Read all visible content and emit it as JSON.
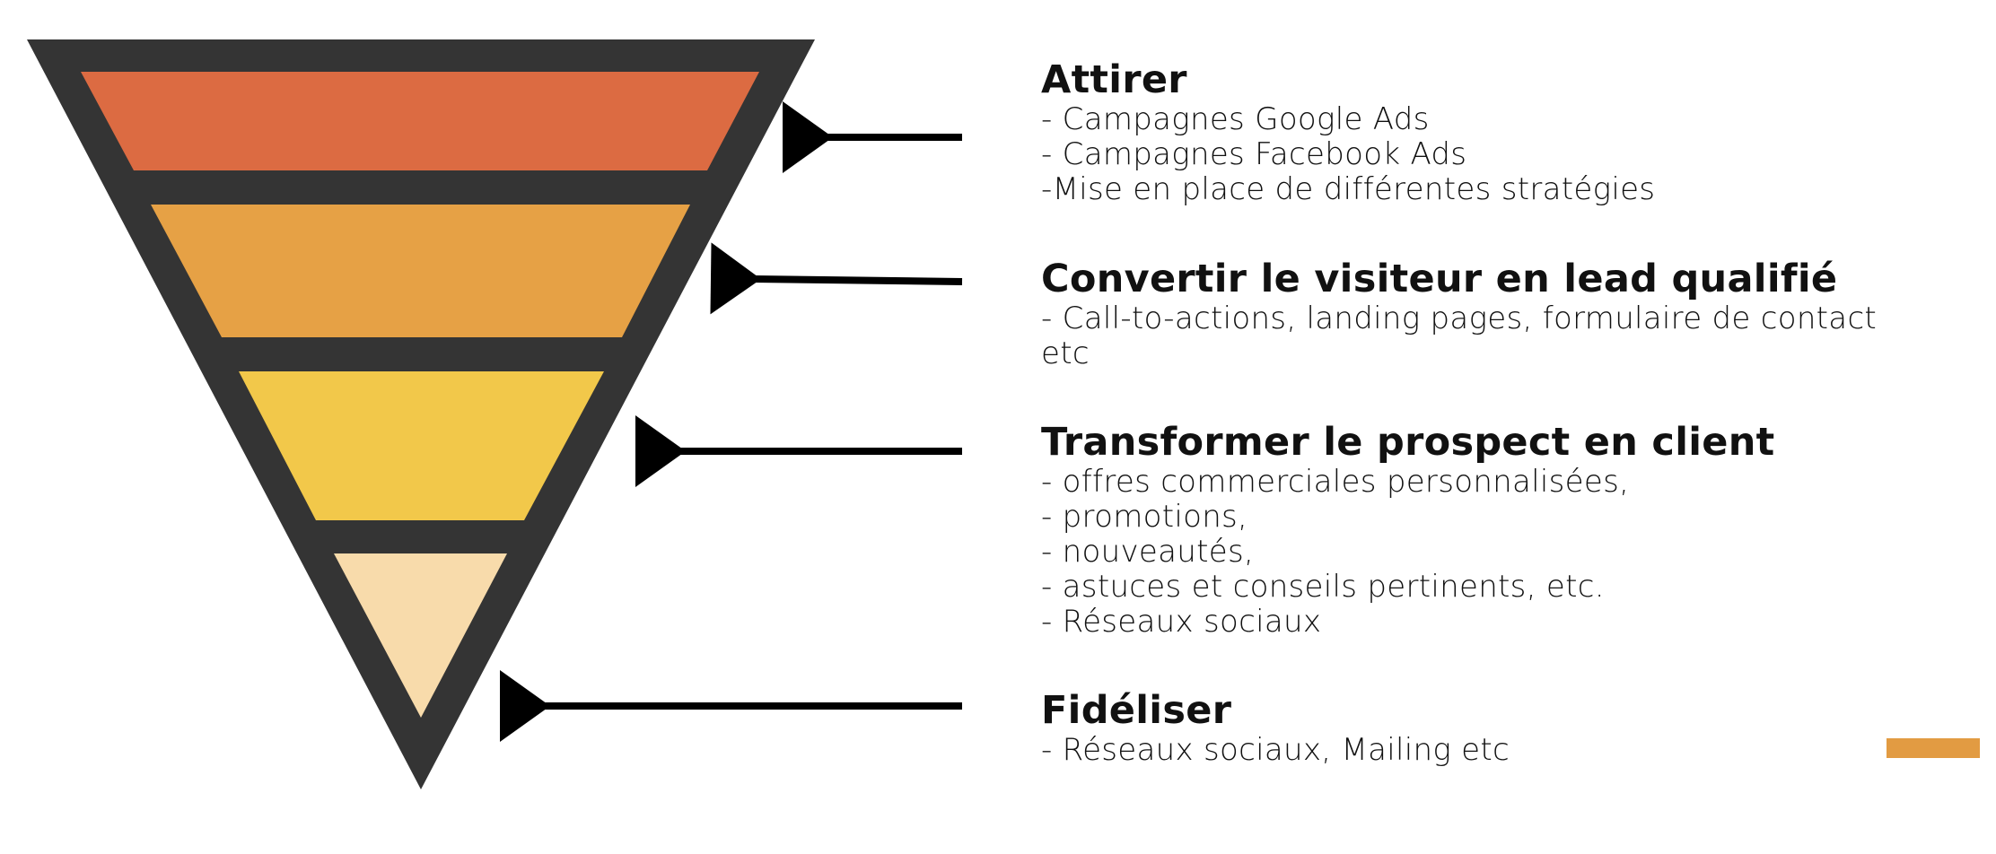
{
  "colors": {
    "funnel_outline": "#343434",
    "level_1": "#dc6b42",
    "level_2": "#e6a145",
    "level_3": "#f2c84a",
    "level_4": "#f8dbab",
    "arrow": "#000000",
    "accent_bar": "#e29b42"
  },
  "stages": [
    {
      "title": "Attirer",
      "items": [
        "- Campagnes Google Ads",
        "- Campagnes Facebook Ads",
        "-Mise en place de différentes stratégies"
      ]
    },
    {
      "title": "Convertir le visiteur en lead qualifié",
      "items": [
        "- Call-to-actions, landing pages, formulaire de contact",
        "etc"
      ]
    },
    {
      "title": "Transformer le prospect en client",
      "items": [
        "- offres commerciales personnalisées,",
        "- promotions,",
        "- nouveautés,",
        "- astuces et conseils pertinents, etc.",
        "- Réseaux sociaux"
      ]
    },
    {
      "title": "Fidéliser",
      "items": [
        "- Réseaux sociaux, Mailing etc"
      ]
    }
  ]
}
